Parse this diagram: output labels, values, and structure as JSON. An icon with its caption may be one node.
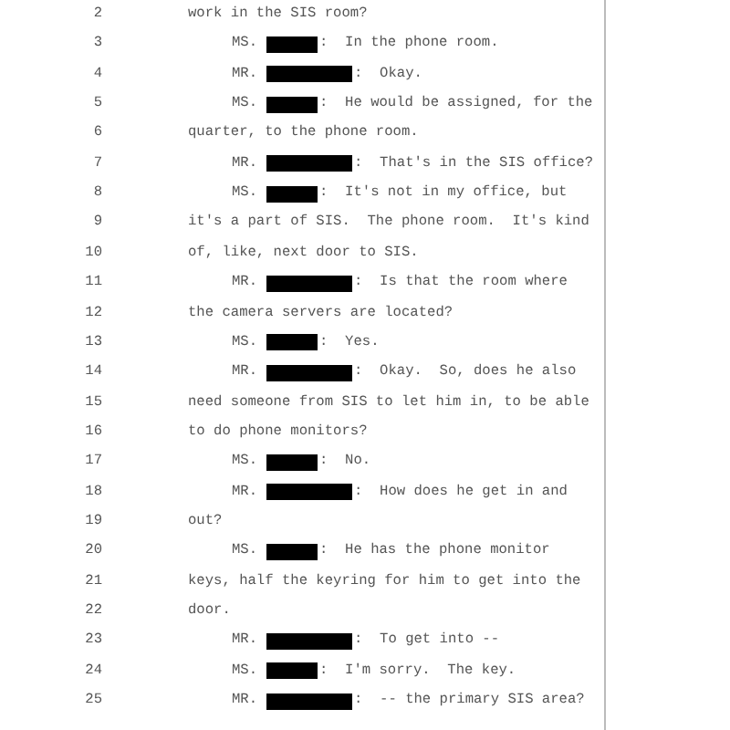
{
  "diagram": {
    "labels": [
      "2",
      "work in the SIS room?",
      "3",
      "MS.",
      ":  In the phone room.",
      "4",
      "MR.",
      ":  Okay.",
      "5",
      "MS.",
      ":  He would be assigned, for the",
      "6",
      "quarter, to the phone room.",
      "7",
      "MR.",
      ":  That's in the SIS office?",
      "8",
      "MS.",
      ":  It's not in my office, but",
      "9",
      "it's a part of SIS.  The phone room.  It's kind",
      "10",
      "of, like, next door to SIS.",
      "11",
      "MR.",
      ":  Is that the room where",
      "12",
      "the camera servers are located?",
      "13",
      "MS.",
      ":  Yes.",
      "14",
      "MR.",
      ":  Okay.  So, does he also",
      "15",
      "need someone from SIS to let him in, to be able",
      "16",
      "to do phone monitors?",
      "17",
      "MS.",
      ":  No.",
      "18",
      "MR.",
      ":  How does he get in and",
      "19",
      "out?",
      "20",
      "MS.",
      ":  He has the phone monitor",
      "21",
      "keys, half the keyring for him to get into the",
      "22",
      "door.",
      "23",
      "MR.",
      ":  To get into --",
      "24",
      "MS.",
      ":  I'm sorry.  The key.",
      "25",
      "MR.",
      ":  -- the primary SIS area?"
    ]
  }
}
